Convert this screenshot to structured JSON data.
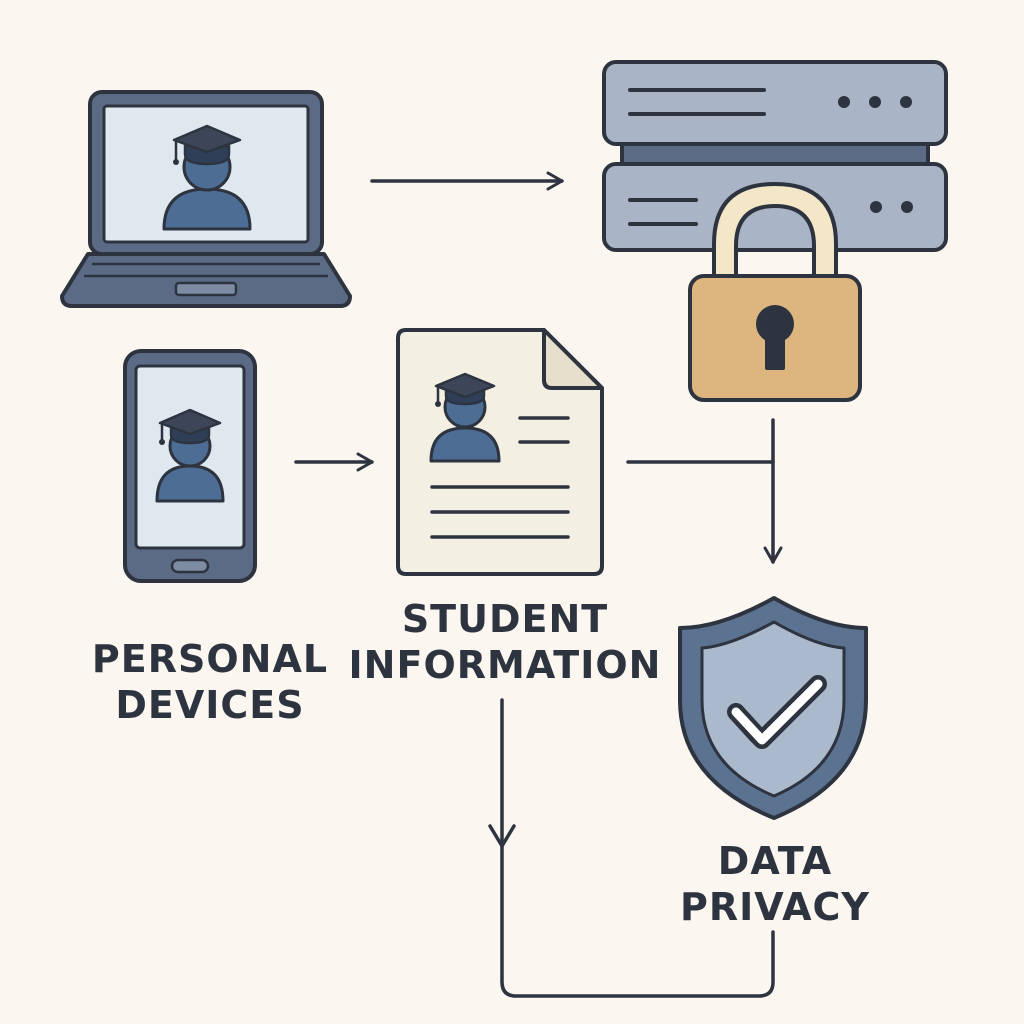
{
  "labels": {
    "personal_devices": [
      "PERSONAL",
      "DEVICES"
    ],
    "student_information": [
      "STUDENT",
      "INFORMATION"
    ],
    "data_privacy": [
      "DATA",
      "PRIVACY"
    ]
  },
  "colors": {
    "background": "#fbf7f0",
    "outline": "#2d3440",
    "device_body": "#5b6b85",
    "screen": "#dfe7ef",
    "avatar": "#4e6d95",
    "server": "#a9b4c6",
    "lock_body": "#ddb57f",
    "lock_shackle": "#f3e7c8",
    "shield_outer": "#5b7290",
    "shield_inner": "#aab9cc",
    "document": "#f3efe3"
  },
  "icons": [
    "laptop-icon",
    "smartphone-icon",
    "server-icon",
    "padlock-icon",
    "document-icon",
    "shield-check-icon",
    "graduate-avatar-icon"
  ]
}
